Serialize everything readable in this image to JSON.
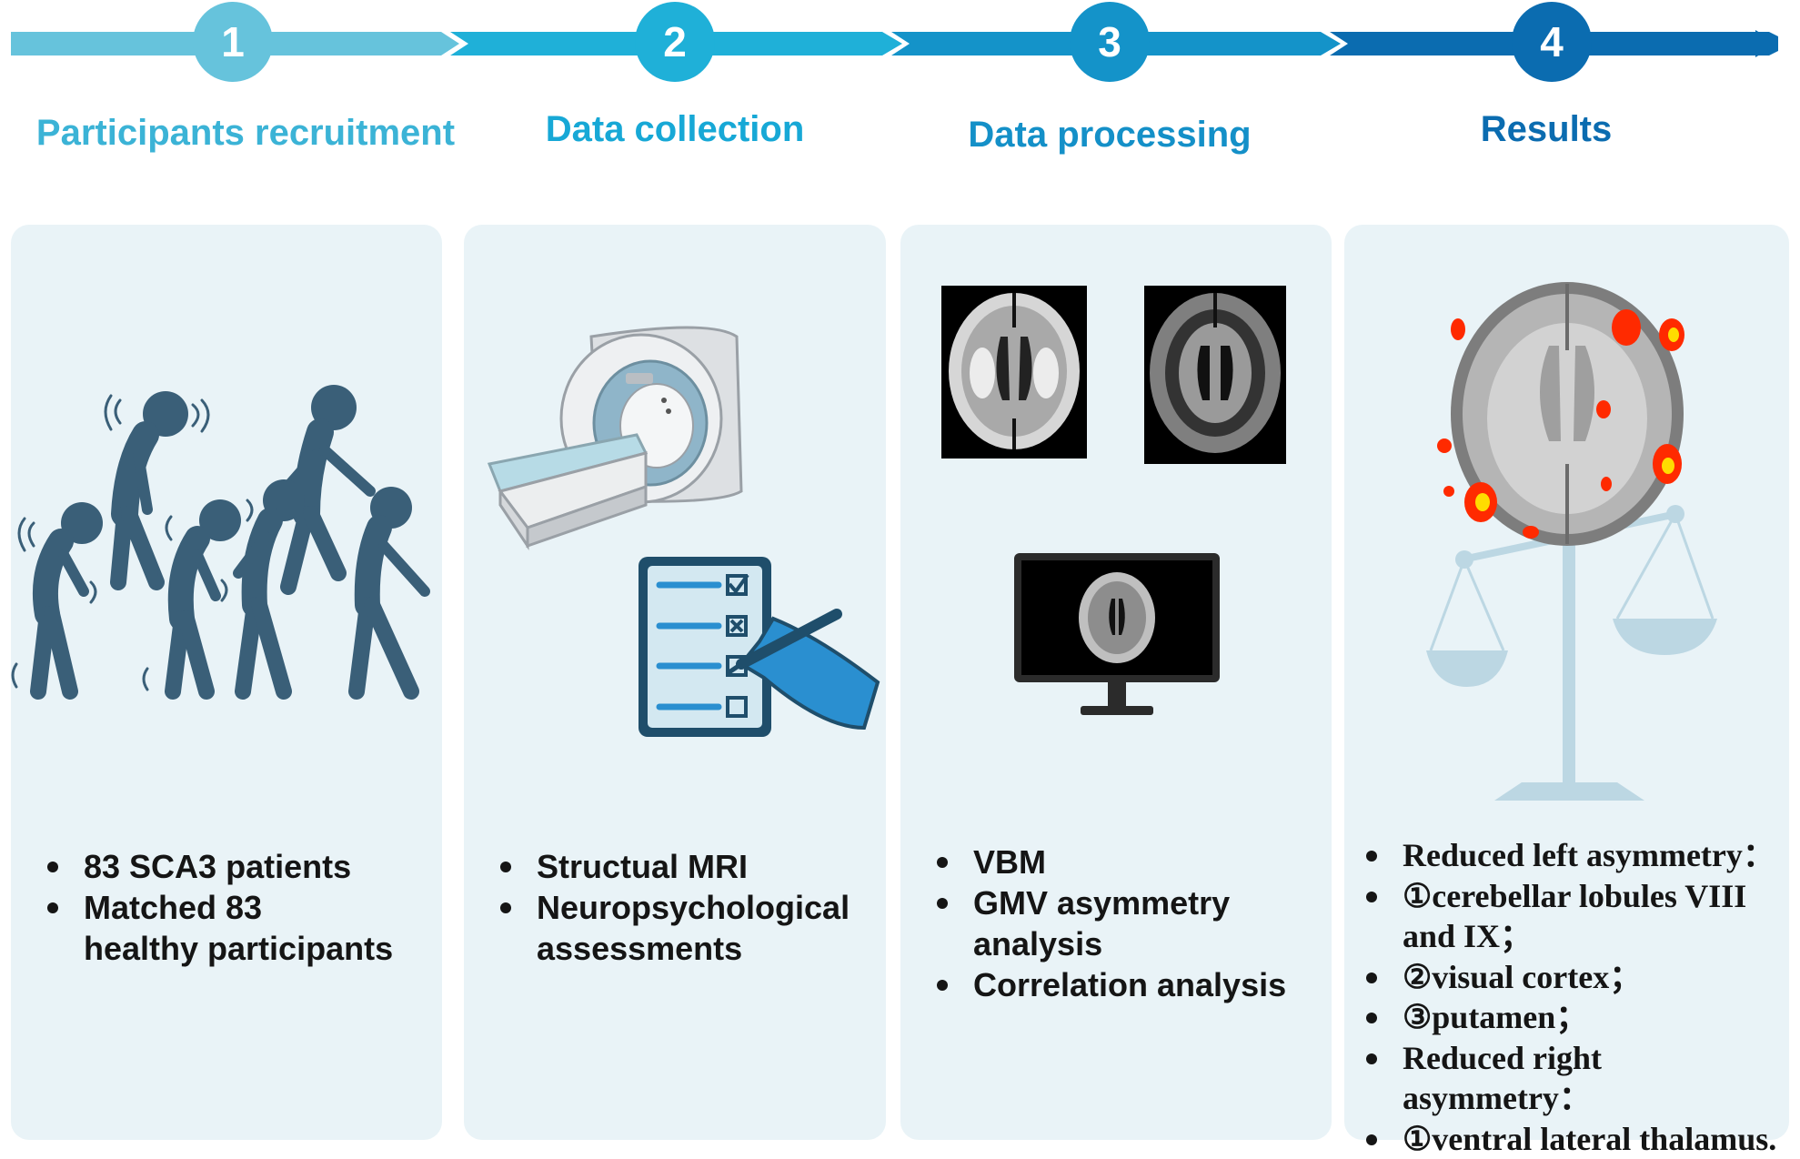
{
  "colors": {
    "step1": "#66c3dc",
    "step2": "#1fb0d8",
    "step3": "#1493c9",
    "step4": "#0b6cb0",
    "panel": "#e9f3f7",
    "figure": "#3a5f78",
    "hot": "#ff2a00"
  },
  "steps": [
    {
      "number": "1",
      "title": "Participants recruitment"
    },
    {
      "number": "2",
      "title": "Data collection"
    },
    {
      "number": "3",
      "title": "Data processing"
    },
    {
      "number": "4",
      "title": "Results"
    }
  ],
  "panels": [
    {
      "icon": "walking-patients-icon",
      "bullets": [
        "83 SCA3 patients",
        "Matched 83\nhealthy participants"
      ]
    },
    {
      "icon": "mri-scanner-and-checklist-icon",
      "bullets": [
        "Structual MRI",
        "Neuropsychological\nassessments"
      ]
    },
    {
      "icon": "brain-images-and-monitor-icon",
      "bullets": [
        "VBM",
        "GMV asymmetry\nanalysis",
        "Correlation analysis"
      ]
    },
    {
      "icon": "brain-balance-scale-icon",
      "bullets": [
        "Reduced left asymmetry：",
        "①cerebellar lobules VIII\nand IX；",
        "②visual cortex；",
        "③putamen；",
        "Reduced right asymmetry：",
        "①ventral lateral thalamus."
      ]
    }
  ]
}
